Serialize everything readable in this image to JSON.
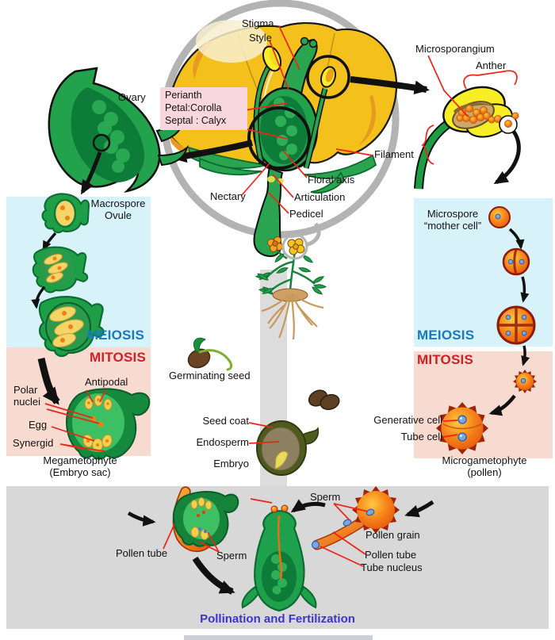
{
  "flower": {
    "stigma": "Stigma",
    "style": "Style",
    "perianth_line1": "Perianth",
    "perianth_line2": "Petal:Corolla",
    "perianth_line3": "Septal : Calyx",
    "nectary": "Nectary",
    "floral_axis": "Floral axis",
    "articulation": "Articulation",
    "pedicel": "Pedicel",
    "filament": "Filament"
  },
  "anther_inset": {
    "microsporangium": "Microsporangium",
    "anther": "Anther"
  },
  "female": {
    "ovary": "Ovary",
    "macrospore": "Macrospore",
    "ovule": "Ovule",
    "meiosis": "MEIOSIS",
    "mitosis": "MITOSIS",
    "antipodal": "Antipodal",
    "polar_line1": "Polar",
    "polar_line2": "nuclei",
    "egg": "Egg",
    "synergid": "Synergid",
    "megagametophyte_line1": "Megametophyte",
    "megagametophyte_line2": "(Embryo sac)"
  },
  "male": {
    "microspore_line1": "Microspore",
    "microspore_line2": "“mother cell”",
    "meiosis": "MEIOSIS",
    "mitosis": "MITOSIS",
    "generative_cell": "Generative cell",
    "tube_cell": "Tube cell",
    "microgametophyte_line1": "Microgametophyte",
    "microgametophyte_line2": "(pollen)"
  },
  "seed": {
    "germinating_seed": "Germinating seed",
    "seed_coat": "Seed coat",
    "endosperm": "Endosperm",
    "embryo": "Embryo"
  },
  "fertilization": {
    "pollen_tube_left": "Pollen tube",
    "sperm_left": "Sperm",
    "sperm_right": "Sperm",
    "pollen_grain": "Pollen grain",
    "pollen_tube_right": "Pollen tube",
    "tube_nucleus": "Tube nucleus",
    "caption": "Pollination and Fertilization"
  },
  "colors": {
    "meiosis_text": "#1779bf",
    "mitosis_text": "#cf2027",
    "caption_text": "#3c35cb",
    "callout_line": "#ee2418",
    "stage_box_blue": "#d8f2f9",
    "stage_box_pink": "#f7dbd1",
    "label_box_pink": "#f8d6de",
    "bottom_panel": "#d8d8d8",
    "plant_green": "#1f9e48",
    "pollen_orange": "#f68118",
    "flower_yellow": "#f4c11c"
  }
}
